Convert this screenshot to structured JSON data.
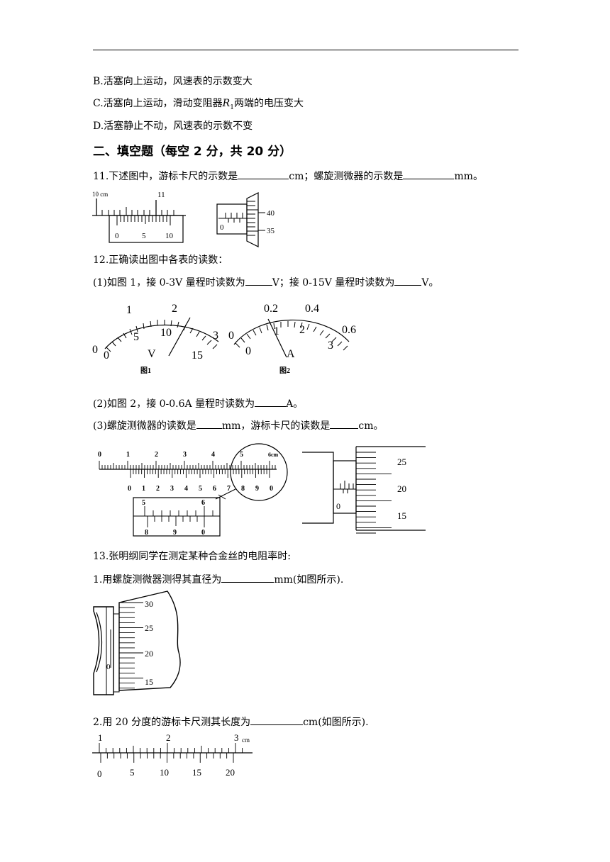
{
  "options": {
    "b": "B.活塞向上运动，风速表的示数变大",
    "c_pre": "C.活塞向上运动，滑动变阻器",
    "c_var": "R",
    "c_sub": "1",
    "c_post": "两端的电压变大",
    "d": "D.活塞静止不动，风速表的示数不变"
  },
  "section_title": "二、填空题（每空 2 分，共 20 分）",
  "q11": {
    "text_a": "11.下述图中，游标卡尺的示数是",
    "unit_a": "cm；螺旋测微器的示数是",
    "unit_b": "mm。",
    "caliper": {
      "main_left": "10 cm",
      "main_right": "11",
      "vernier": [
        "0",
        "5",
        "10"
      ]
    },
    "micrometer": {
      "thimble": [
        "40",
        "35"
      ],
      "sleeve": "0"
    }
  },
  "q12": {
    "title": "12.正确读出图中各表的读数：",
    "p1_a": "(1)如图 1，接 0-3V 量程时读数为",
    "p1_b": "V；接 0-15V 量程时读数为",
    "p1_c": "V。",
    "fig1": {
      "caption": "图1",
      "top_scale": [
        "0",
        "1",
        "2",
        "3"
      ],
      "bottom_scale": [
        "0",
        "5",
        "10",
        "15"
      ],
      "unit": "V"
    },
    "fig2": {
      "caption": "图2",
      "top_scale": [
        "0",
        "0.2",
        "0.4",
        "0.6"
      ],
      "bottom_scale": [
        "0",
        "1",
        "2",
        "3"
      ],
      "unit": "A"
    },
    "p2_a": "(2)如图 2，接 0-0.6A 量程时读数为",
    "p2_b": "A。",
    "p3_a": "(3)螺旋测微器的读数是",
    "p3_b": "mm，游标卡尺的读数是",
    "p3_c": "cm。",
    "caliper": {
      "main": [
        "0",
        "1",
        "2",
        "3",
        "4",
        "5",
        "6cm"
      ],
      "vernier": [
        "0",
        "1",
        "2",
        "3",
        "4",
        "5",
        "6",
        "7",
        "8",
        "9",
        "0"
      ],
      "zoom_top": [
        "5",
        "6"
      ],
      "zoom_bottom": [
        "8",
        "9",
        "0"
      ]
    },
    "micrometer": {
      "thimble": [
        "25",
        "20",
        "15"
      ],
      "sleeve": "0"
    }
  },
  "q13": {
    "title": "13.张明纲同学在测定某种合金丝的电阻率时:",
    "p1_a": "1.用螺旋测微器测得其直径为",
    "p1_b": "mm(如图所示).",
    "micrometer": {
      "thimble": [
        "30",
        "25",
        "20",
        "15"
      ],
      "sleeve": "0"
    },
    "p2_a": "2.用 20 分度的游标卡尺测其长度为",
    "p2_b": "cm(如图所示).",
    "caliper": {
      "main": [
        "1",
        "2",
        "3"
      ],
      "main_unit": "cm",
      "vernier": [
        "0",
        "5",
        "10",
        "15",
        "20"
      ]
    }
  }
}
